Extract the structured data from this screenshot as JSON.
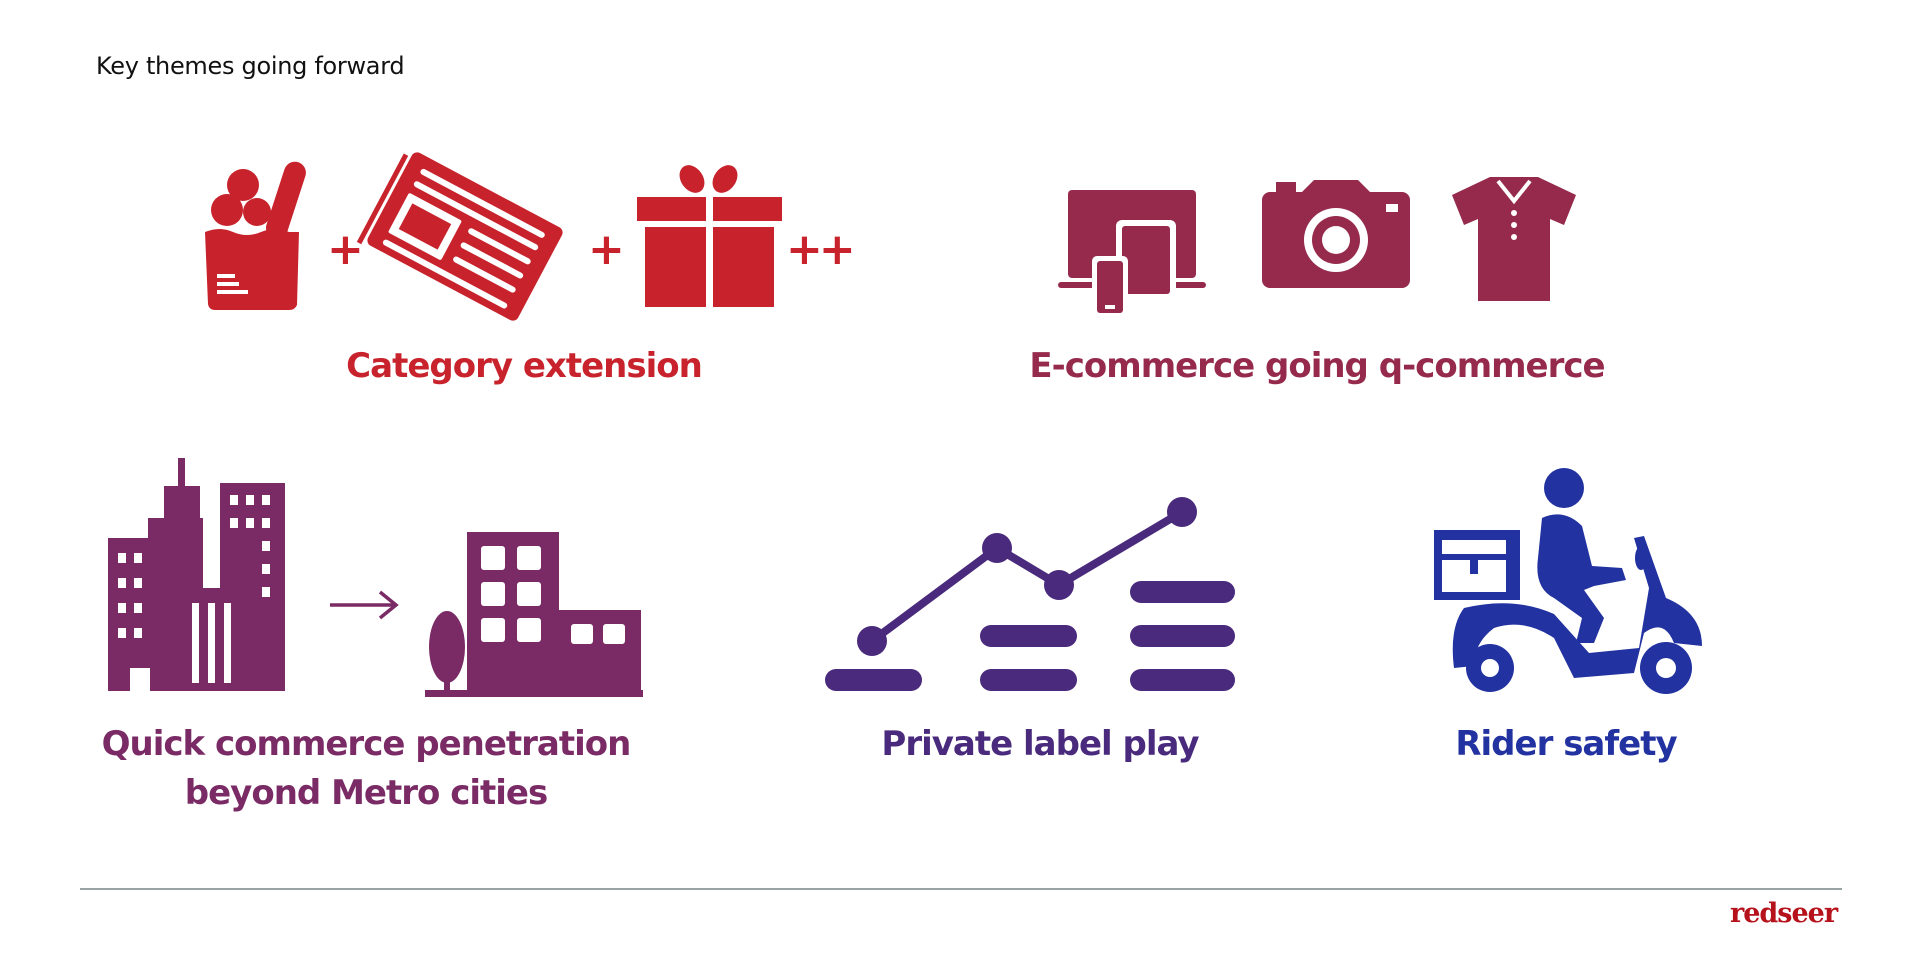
{
  "slide": {
    "title": "Key themes going forward",
    "themes": [
      {
        "label": "Category extension",
        "color": "#c8232c",
        "icons": [
          "grocery-bag-icon",
          "plus-icon",
          "newspaper-icon",
          "plus-icon",
          "gift-icon",
          "plus-plus-icon"
        ]
      },
      {
        "label": "E-commerce going q-commerce",
        "color": "#952a4c",
        "icons": [
          "devices-icon",
          "camera-icon",
          "polo-shirt-icon"
        ]
      },
      {
        "label_lines": [
          "Quick commerce penetration",
          "beyond Metro cities"
        ],
        "color": "#7a2a64",
        "icons": [
          "metro-city-icon",
          "arrow-right-icon",
          "small-town-icon"
        ]
      },
      {
        "label": "Private label play",
        "color": "#4a2a7c",
        "icons": [
          "growth-chart-icon"
        ]
      },
      {
        "label": "Rider safety",
        "color": "#2232a0",
        "icons": [
          "delivery-scooter-icon"
        ]
      }
    ],
    "logo_text": "redseer"
  }
}
